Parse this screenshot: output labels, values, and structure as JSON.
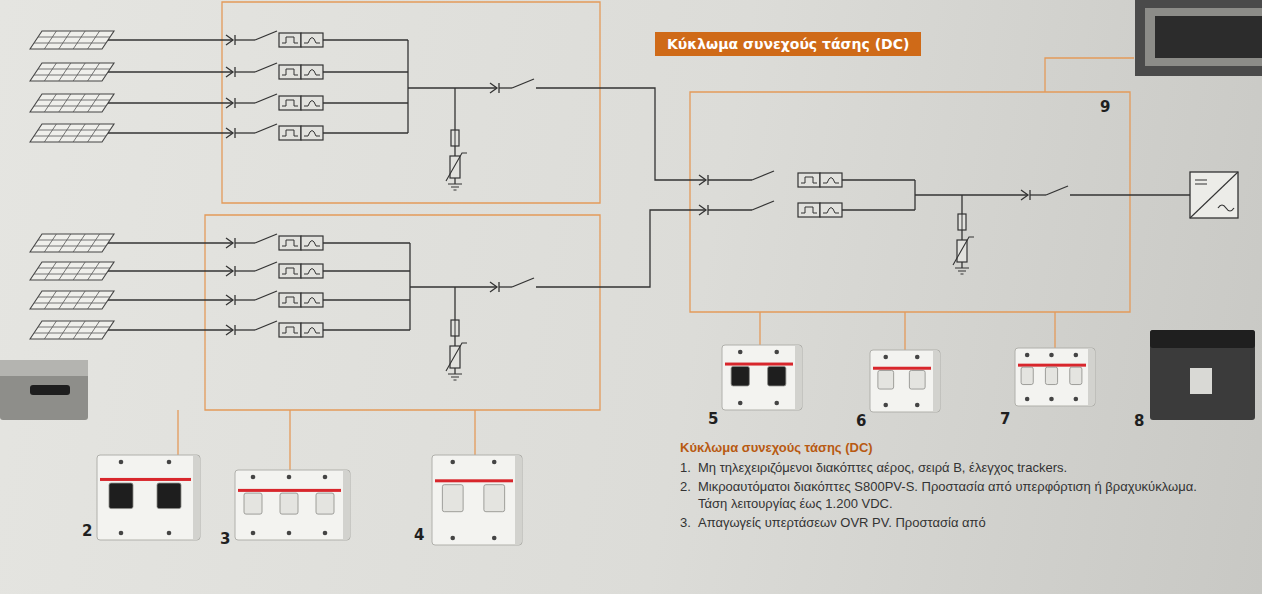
{
  "diagram": {
    "nodes": [
      {
        "text": [
          "Κύκλωμα συνεχούς τάσης (DC)"
        ]
      }
    ],
    "labels": [
      "9",
      "5",
      "6",
      "7",
      "8",
      "2",
      "3",
      "4",
      "Κύκλωμα συνεχούς τάσης (DC)",
      "1.",
      "Μη τηλεχειριζόμενοι διακόπτες αέρος, σειρά B, έλεγχος trackers.",
      "2.",
      "Μικροαυτόματοι διακόπτες S800PV-S. Προστασία από υπερφόρτιση ή βραχυκύκλωμα. Τάση λειτουργίας έως 1.200 VDC.",
      "3.",
      "Απαγωγείς υπερτάσεων OVR PV. Προστασία από"
    ]
  }
}
